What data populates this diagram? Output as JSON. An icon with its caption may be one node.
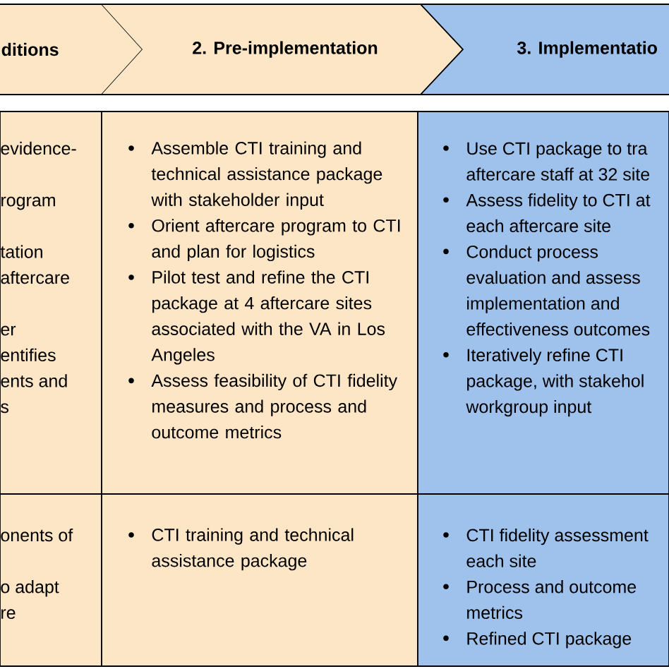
{
  "diagram": {
    "nodes": [
      {
        "text": [
          "ditions"
        ]
      },
      {
        "text": [
          "2. Pre-implementation"
        ]
      },
      {
        "text": [
          "3. Implementatio"
        ]
      },
      {
        "text": [
          "evidence-",
          "rogram",
          "tation",
          "aftercare",
          "er",
          "entifies",
          "ents and",
          "s"
        ]
      },
      {
        "text": [
          "Assemble CTI training and technical assistance package with stakeholder input",
          "Orient aftercare program to CTI and plan for logistics",
          "Pilot test and refine the CTI package at 4 aftercare sites associated with the VA in Los Angeles",
          "Assess feasibility of CTI fidelity measures and process and outcome metrics"
        ]
      },
      {
        "text": [
          "Use CTI package to tra",
          "aftercare staff at 32 site",
          "Assess fidelity to CTI at",
          "each aftercare site",
          "Conduct process",
          "evaluation and assess",
          "implementation and",
          "effectiveness outcomes",
          "Iteratively refine CTI",
          "package, with stakehol",
          "workgroup input"
        ]
      },
      {
        "text": [
          "onents of",
          "o adapt",
          "re"
        ]
      },
      {
        "text": [
          "CTI training and technical assistance package"
        ]
      },
      {
        "text": [
          "CTI fidelity assessment",
          "each site",
          "Process and outcome",
          "metrics",
          "Refined CTI package"
        ]
      }
    ]
  }
}
